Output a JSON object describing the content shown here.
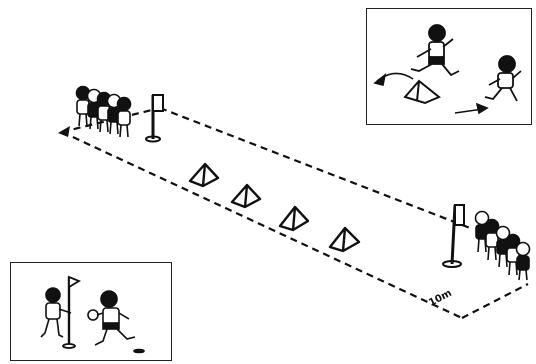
{
  "diagram": {
    "distance_label": "10m",
    "ink_color": "#111111",
    "paper_color": "#ffffff",
    "elements": {
      "hurdles": 4,
      "lane_lines": 2,
      "marker_flags": 2,
      "team_groups": 2
    },
    "insets": [
      {
        "id": "hurdle-jump",
        "content": [
          "runner-jumping-icon",
          "hurdle-icon",
          "runner-icon",
          "arrow-icon"
        ]
      },
      {
        "id": "ball-handoff",
        "content": [
          "child-at-flag-icon",
          "flag-post-icon",
          "runner-with-ball-icon"
        ]
      }
    ]
  }
}
